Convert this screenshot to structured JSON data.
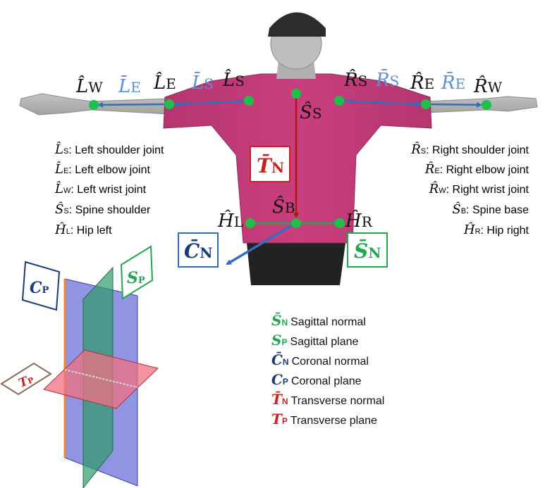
{
  "colors": {
    "joint": "#1fbf4a",
    "vector_blue": "#2f6fc0",
    "label_blue": "#5a8fdb",
    "transverse": "#cc1f1f",
    "sagittal": "#1fa84f",
    "coronal": "#1a3b7a",
    "shirt": "#c23a78",
    "sagittal_plane_fill": "#2f9a6a",
    "coronal_plane_fill": "#6b70d8",
    "transverse_plane_fill": "#f07080"
  },
  "points": {
    "left_wrist": "L̂",
    "left_wrist_sub": "W",
    "left_elbow": "L̂",
    "left_elbow_sub": "E",
    "left_shoulder": "L̂",
    "left_shoulder_sub": "S",
    "right_shoulder": "R̂",
    "right_shoulder_sub": "S",
    "right_elbow": "R̂",
    "right_elbow_sub": "E",
    "right_wrist": "R̂",
    "right_wrist_sub": "W",
    "spine_shoulder": "Ŝ",
    "spine_shoulder_sub": "S",
    "spine_base": "Ŝ",
    "spine_base_sub": "B",
    "hip_left": "Ĥ",
    "hip_left_sub": "L",
    "hip_right": "Ĥ",
    "hip_right_sub": "R"
  },
  "vectors": {
    "left_forearm": "L̄",
    "left_forearm_sub": "E",
    "left_upperarm": "L̄",
    "left_upperarm_sub": "S",
    "right_upperarm": "R̄",
    "right_upperarm_sub": "S",
    "right_forearm": "R̄",
    "right_forearm_sub": "E",
    "transverse_normal": "T̄",
    "transverse_normal_sub": "N",
    "coronal_normal": "C̄",
    "coronal_normal_sub": "N",
    "sagittal_normal": "S̄",
    "sagittal_normal_sub": "N"
  },
  "planes": {
    "coronal": "C",
    "coronal_sub": "P",
    "sagittal": "S",
    "sagittal_sub": "P",
    "transverse": "T",
    "transverse_sub": "P"
  },
  "left_legend": [
    {
      "sym": "L̂",
      "sub": "S",
      "text": ": Left shoulder joint"
    },
    {
      "sym": "L̂",
      "sub": "E",
      "text": ": Left elbow joint"
    },
    {
      "sym": "L̂",
      "sub": "W",
      "text": ": Left wrist joint"
    },
    {
      "sym": "Ŝ",
      "sub": "S",
      "text": ": Spine shoulder"
    },
    {
      "sym": "Ĥ",
      "sub": "L",
      "text": ": Hip left"
    }
  ],
  "right_legend": [
    {
      "sym": "R̂",
      "sub": "S",
      "text": ": Right shoulder joint"
    },
    {
      "sym": "R̂",
      "sub": "E",
      "text": ": Right elbow joint"
    },
    {
      "sym": "R̂",
      "sub": "W",
      "text": ": Right wrist joint"
    },
    {
      "sym": "Ŝ",
      "sub": "B",
      "text": ": Spine base"
    },
    {
      "sym": "Ĥ",
      "sub": "R",
      "text": ": Hip right"
    }
  ],
  "plane_legend": [
    {
      "sym": "S̄",
      "sub": "N",
      "text": "Sagittal normal"
    },
    {
      "sym": "S",
      "sub": "P",
      "text": "Sagittal plane"
    },
    {
      "sym": "C̄",
      "sub": "N",
      "text": "Coronal normal"
    },
    {
      "sym": "C",
      "sub": "P",
      "text": "Coronal plane"
    },
    {
      "sym": "T̄",
      "sub": "N",
      "text": "Transverse normal"
    },
    {
      "sym": "T",
      "sub": "P",
      "text": "Transverse plane"
    }
  ]
}
